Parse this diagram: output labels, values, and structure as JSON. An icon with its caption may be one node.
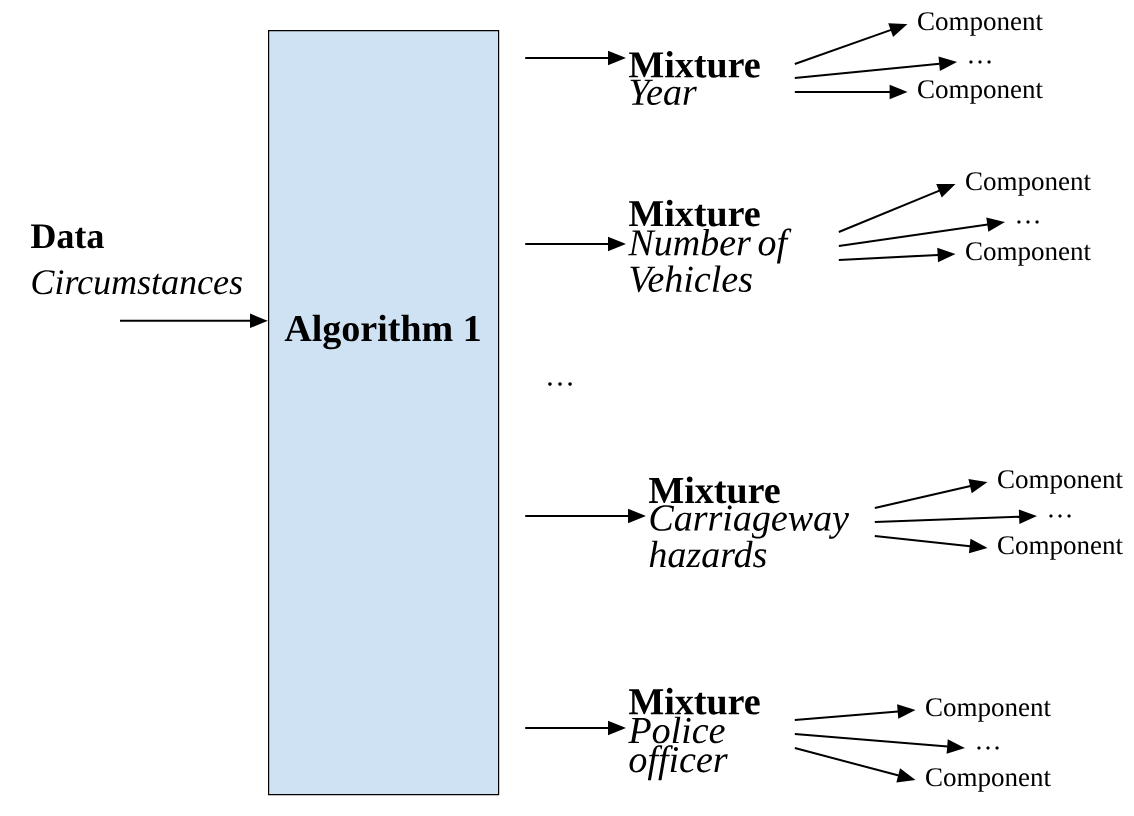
{
  "diagram": {
    "nodes": [
      {
        "text": [
          "Data",
          "Circumstances"
        ]
      },
      {
        "text": [
          "Algorithm 1"
        ]
      },
      {
        "text": [
          "Mixture",
          "Year"
        ]
      },
      {
        "text": [
          "Mixture",
          "Number of Vehicles"
        ]
      },
      {
        "text": [
          "Mixture",
          "Carriageway hazards"
        ]
      },
      {
        "text": [
          "Mixture",
          "Police officer"
        ]
      },
      {
        "text": [
          "Component"
        ]
      },
      {
        "text": [
          "…"
        ]
      },
      {
        "text": [
          "Component"
        ]
      },
      {
        "text": [
          "Component"
        ]
      },
      {
        "text": [
          "…"
        ]
      },
      {
        "text": [
          "Component"
        ]
      },
      {
        "text": [
          "Component"
        ]
      },
      {
        "text": [
          "…"
        ]
      },
      {
        "text": [
          "Component"
        ]
      },
      {
        "text": [
          "Component"
        ]
      },
      {
        "text": [
          "…"
        ]
      },
      {
        "text": [
          "Component"
        ]
      }
    ],
    "edges": [
      {
        "from": 0,
        "to": 1,
        "arrow": "to"
      },
      {
        "from": 1,
        "to": 2,
        "arrow": "to"
      },
      {
        "from": 1,
        "to": 3,
        "arrow": "to"
      },
      {
        "from": 1,
        "to": 4,
        "arrow": "to"
      },
      {
        "from": 1,
        "to": 5,
        "arrow": "to"
      },
      {
        "from": 2,
        "to": 6,
        "arrow": "to"
      },
      {
        "from": 2,
        "to": 7,
        "arrow": "to"
      },
      {
        "from": 2,
        "to": 8,
        "arrow": "to"
      },
      {
        "from": 3,
        "to": 9,
        "arrow": "to"
      },
      {
        "from": 3,
        "to": 10,
        "arrow": "to"
      },
      {
        "from": 3,
        "to": 11,
        "arrow": "to"
      },
      {
        "from": 4,
        "to": 12,
        "arrow": "to"
      },
      {
        "from": 4,
        "to": 13,
        "arrow": "to"
      },
      {
        "from": 4,
        "to": 14,
        "arrow": "to"
      },
      {
        "from": 5,
        "to": 15,
        "arrow": "to"
      },
      {
        "from": 5,
        "to": 16,
        "arrow": "to"
      },
      {
        "from": 5,
        "to": 17,
        "arrow": "to"
      }
    ],
    "labels": [
      "…"
    ]
  }
}
